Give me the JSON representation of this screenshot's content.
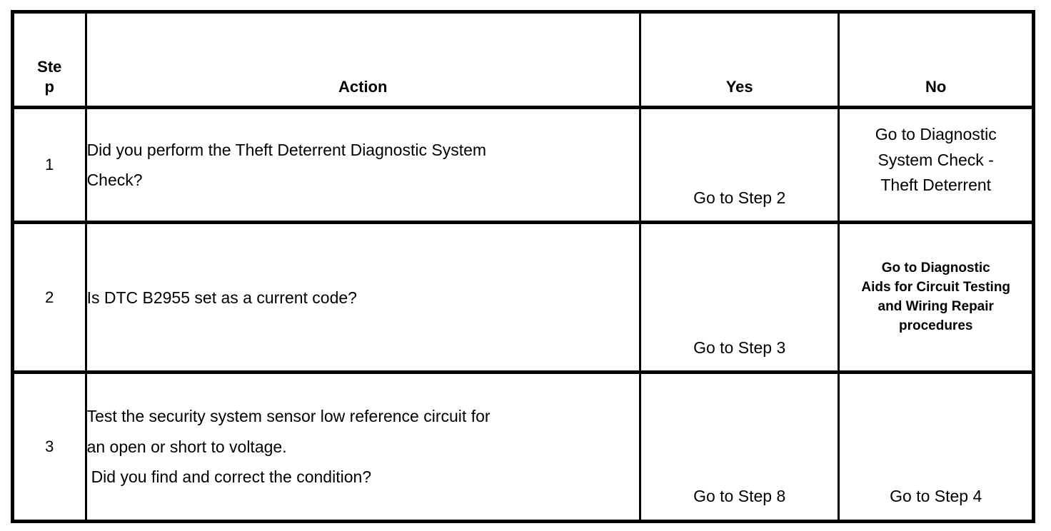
{
  "table": {
    "headers": [
      {
        "label": "Step",
        "name": "step"
      },
      {
        "label": "Action",
        "name": "action"
      },
      {
        "label": "Yes",
        "name": "yes"
      },
      {
        "label": "No",
        "name": "no"
      }
    ],
    "rows": [
      {
        "step": "1",
        "action_lines": [
          "Did you perform the Theft Deterrent Diagnostic System",
          "Check?"
        ],
        "yes_lines": [
          "Go to Step 2"
        ],
        "no_lines": [
          "Go to Diagnostic",
          "System Check -",
          "Theft Deterrent"
        ]
      },
      {
        "step": "2",
        "action_lines": [
          "Is DTC B2955 set as a current code?"
        ],
        "yes_lines": [
          "Go to Step 3"
        ],
        "no_lines": [
          "Go to Diagnostic",
          "Aids for Circuit Testing",
          "and Wiring  Repair",
          "procedures"
        ]
      },
      {
        "step": "3",
        "action_lines": [
          "Test the security system sensor low reference circuit for",
          "an open or short to voltage."
        ],
        "action_lines_2": [
          " Did you find and correct the condition?"
        ],
        "yes_lines": [
          "Go to Step 8"
        ],
        "no_lines": [
          "Go to Step 4"
        ]
      }
    ]
  },
  "colors": {
    "border": "#000000",
    "text": "#000000",
    "background": "#ffffff"
  }
}
